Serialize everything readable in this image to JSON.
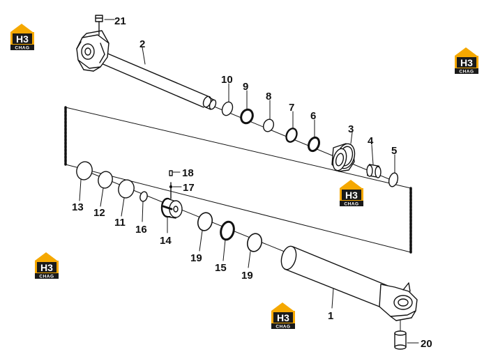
{
  "diagram": {
    "type": "exploded-parts-view",
    "colors": {
      "line": "#111111",
      "logo_accent": "#f5a800",
      "logo_dark": "#1a1a1a"
    },
    "watermark": {
      "main": "H3",
      "sub": "CHAG"
    },
    "callouts": {
      "p1": "1",
      "p2": "2",
      "p3": "3",
      "p4": "4",
      "p5": "5",
      "p6": "6",
      "p7": "7",
      "p8": "8",
      "p9": "9",
      "p10": "10",
      "p11": "11",
      "p12": "12",
      "p13": "13",
      "p14": "14",
      "p15": "15",
      "p16": "16",
      "p17": "17",
      "p18": "18",
      "p19a": "19",
      "p19b": "19",
      "p20": "20",
      "p21": "21"
    }
  }
}
